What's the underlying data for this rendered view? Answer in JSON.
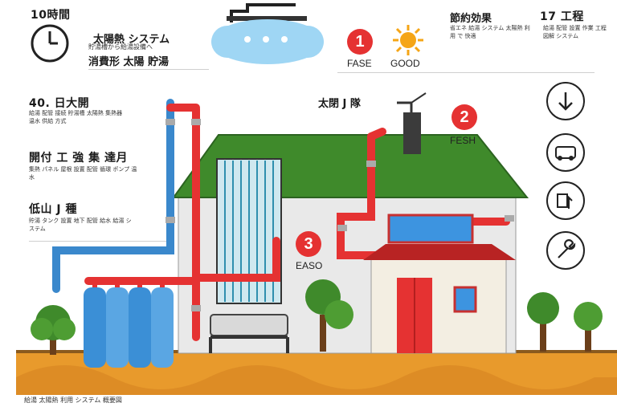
{
  "header": {
    "clock_title": "10時間",
    "block1_title": "太陽熱 システム",
    "block1_subtitle": "貯湯槽から給湯設備へ",
    "block2_title": "節約効果",
    "block2_text": "省エネ 給湯 システム 太陽熱 利用 で 快適",
    "block3_title": "17 工程",
    "block3_text": "給湯 配管 設置 作業 工程 図解 システム",
    "step1_label": "FASE",
    "good_label": "GOOD"
  },
  "left_panel": {
    "item1_title": "40. 日大開",
    "item1_text": "給湯 配管 接続 貯湯槽 太陽熱 集熱器 温水 供給 方式",
    "item2_title": "開付 工 強 集 達月",
    "item2_text": "集熱 パネル 屋根 設置 配管 循環 ポンプ 温水",
    "item3_title": "低山 J 種",
    "item3_text": "貯湯 タンク 設置 地下 配管 給水 給湯 システム"
  },
  "center": {
    "top_label": "太閉 J 隊",
    "step2_label": "FESH",
    "step3_label": "EASO"
  },
  "steps": [
    "1",
    "2",
    "3"
  ],
  "footer": {
    "caption": "給湯 太陽熱 利用 システム 概要図"
  },
  "colors": {
    "hot_pipe": "#e53232",
    "cold_pipe": "#3a88cc",
    "roof": "#3f8a2b",
    "ground": "#e89a2c",
    "step_badge": "#e53232",
    "sun": "#f5a516",
    "tank": "#3b8fd6"
  },
  "icons": [
    "clock-icon",
    "sun-icon",
    "arrow-down-icon",
    "vehicle-icon",
    "hand-touch-icon",
    "wrench-icon"
  ]
}
